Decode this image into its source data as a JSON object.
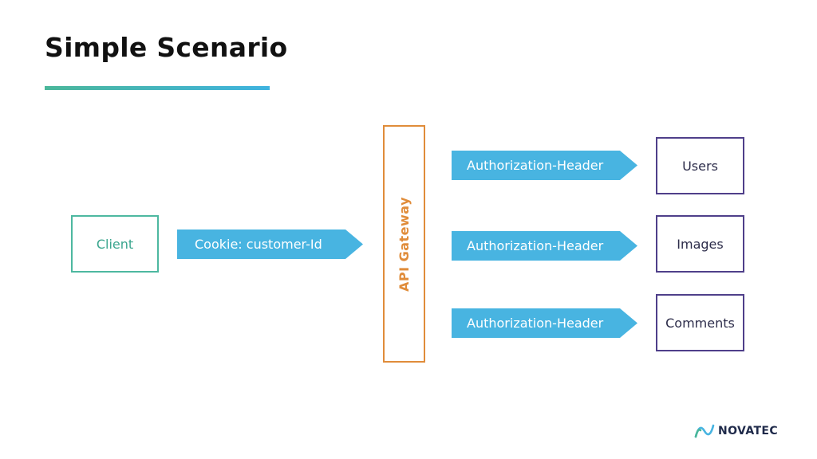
{
  "title": "Simple Scenario",
  "colors": {
    "accent_green": "#4bb79a",
    "accent_blue": "#48b4e1",
    "gateway_orange": "#e08c3a",
    "service_purple": "#4f3f8a"
  },
  "client": {
    "label": "Client"
  },
  "client_arrow": {
    "label": "Cookie: customer-Id"
  },
  "gateway": {
    "label": "API Gateway"
  },
  "routes": [
    {
      "header": "Authorization-Header",
      "service": "Users"
    },
    {
      "header": "Authorization-Header",
      "service": "Images"
    },
    {
      "header": "Authorization-Header",
      "service": "Comments"
    }
  ],
  "logo": {
    "text": "NOVATEC",
    "icon": "novatec-logo-icon"
  }
}
